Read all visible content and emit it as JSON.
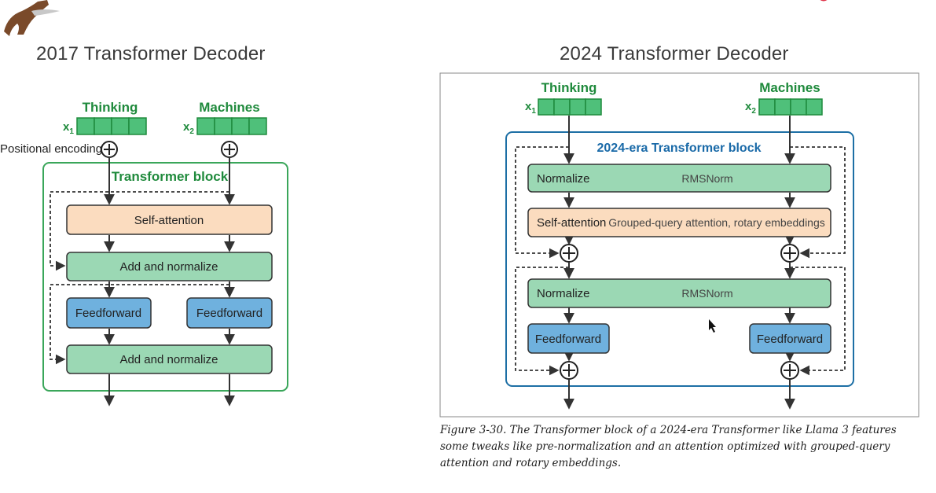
{
  "slide": {
    "title_left": "2017 Transformer Decoder",
    "title_right": "2024 Transformer Decoder"
  },
  "left_diagram": {
    "token1": "Thinking",
    "token2": "Machines",
    "x1": "x",
    "x1_sub": "1",
    "x2": "x",
    "x2_sub": "2",
    "pos_encoding": "Positional encoding",
    "block_label": "Transformer block",
    "self_attention": "Self-attention",
    "add_norm_1": "Add and normalize",
    "ffn_1": "Feedforward",
    "ffn_2": "Feedforward",
    "add_norm_2": "Add and normalize"
  },
  "right_diagram": {
    "token1": "Thinking",
    "token2": "Machines",
    "x1": "x",
    "x1_sub": "1",
    "x2": "x",
    "x2_sub": "2",
    "block_label": "2024-era Transformer block",
    "normalize_1": "Normalize",
    "normalize_1_detail": "RMSNorm",
    "self_attention": "Self-attention",
    "self_attention_detail": "Grouped-query attention, rotary embeddings",
    "normalize_2": "Normalize",
    "normalize_2_detail": "RMSNorm",
    "ffn_1": "Feedforward",
    "ffn_2": "Feedforward"
  },
  "caption": {
    "line1": "Figure 3-30. The Transformer block of a 2024-era Transformer like Llama 3 features",
    "line2": "some tweaks like pre-normalization and an attention optimized with grouped-query",
    "line3": "attention and rotary embeddings."
  },
  "colors": {
    "green_text": "#1f8a3c",
    "green_frame": "#3aa65a",
    "blue_frame": "#1d6fa5",
    "blue_text": "#1a6aa8",
    "norm_fill": "#9bd8b4",
    "attn_fill": "#fbdcbf",
    "ffn_fill": "#6fb1de",
    "token_fill": "#4fc07a"
  }
}
